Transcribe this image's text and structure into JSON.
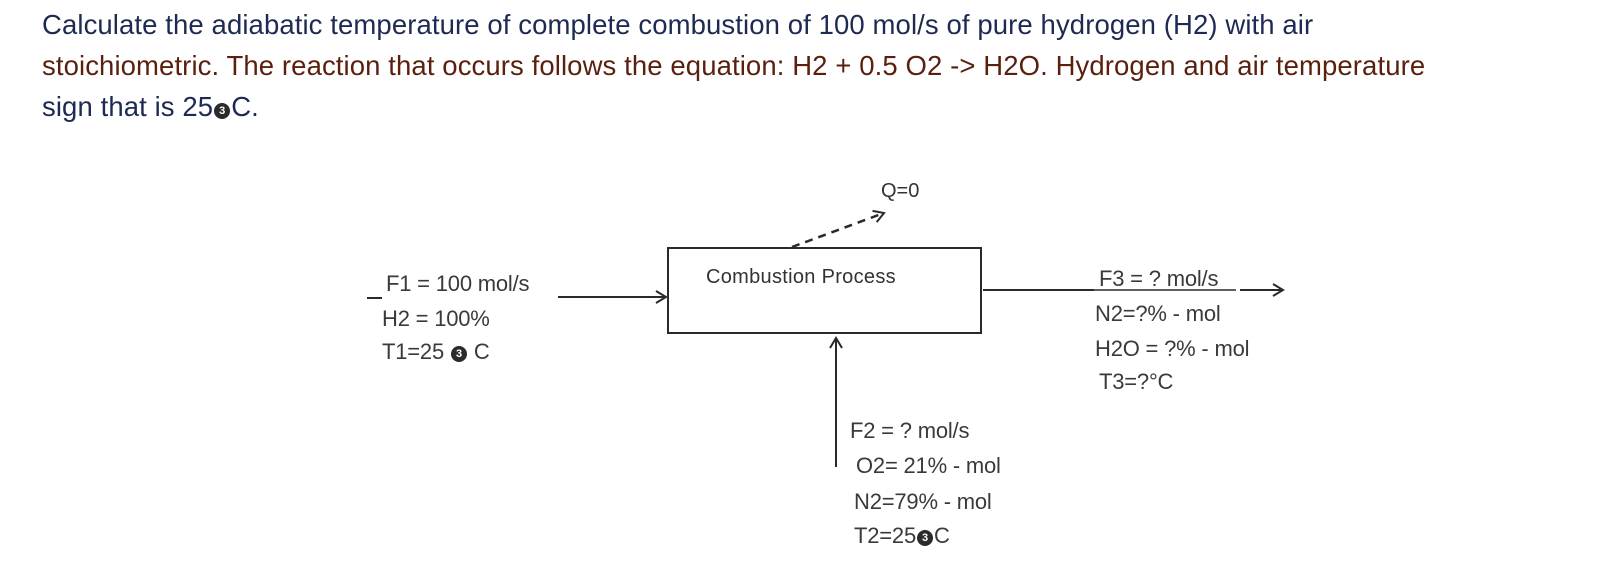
{
  "problem": {
    "line1": "Calculate the adiabatic temperature of complete combustion of 100 mol/s of pure hydrogen (H2) with air",
    "line2": "stoichiometric. The reaction that occurs follows the equation: H2 + 0.5 O2 -> H2O. Hydrogen and air temperature",
    "line3_pre": "sign that is 25",
    "line3_post": "C."
  },
  "degree_badge": "3",
  "diagram": {
    "heat_label": "Q=0",
    "process_label": "Combustion Process",
    "inlet1": {
      "flow": "F1 = 100 mol/s",
      "composition": "H2 = 100%",
      "temp_pre": "T1=25 ",
      "temp_post": " C"
    },
    "inlet2": {
      "flow": "F2 = ? mol/s",
      "o2": "O2= 21% - mol",
      "n2": "N2=79% - mol",
      "temp_pre": "T2=25",
      "temp_post": "C"
    },
    "outlet": {
      "flow": "F3 = ? mol/s",
      "n2": "N2=?% - mol",
      "h2o": "H2O = ?% - mol",
      "temp": "T3=?°C"
    }
  }
}
